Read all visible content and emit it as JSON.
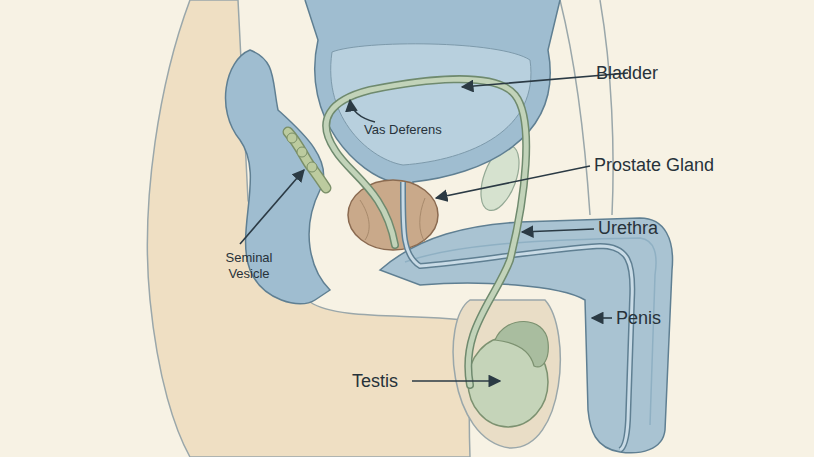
{
  "diagram": {
    "labels": [
      "Bladder",
      "Vas Deferens",
      "Prostate Gland",
      "Urethra",
      "Penis",
      "Seminal Vesicle",
      "Testis"
    ]
  }
}
